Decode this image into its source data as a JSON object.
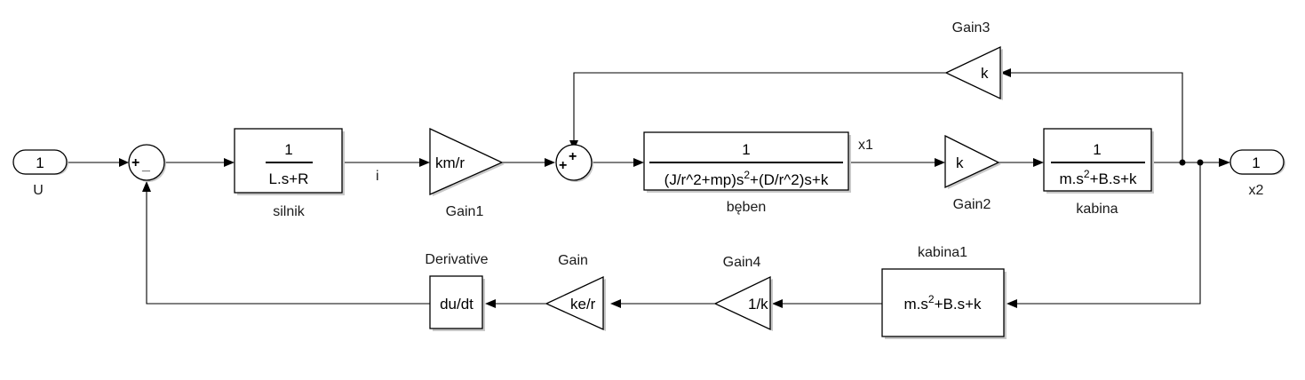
{
  "diagram": {
    "type": "simulink-block-diagram",
    "blocks": {
      "inport_u": {
        "number": "1",
        "name": "U"
      },
      "sum1": {
        "signs": [
          "+",
          "_"
        ]
      },
      "silnik": {
        "name": "silnik",
        "numerator": "1",
        "denominator": "L.s+R"
      },
      "signal_i": {
        "label": "i"
      },
      "gain1": {
        "name": "Gain1",
        "value": "km/r"
      },
      "sum2": {
        "signs": [
          "+",
          "+"
        ]
      },
      "beben": {
        "name": "bęben",
        "numerator": "1",
        "denominator_a": "(J/r^2+mp)s",
        "denominator_exp": "2",
        "denominator_b": "+(D/r^2)s+k"
      },
      "signal_x1": {
        "label": "x1"
      },
      "gain2": {
        "name": "Gain2",
        "value": "k"
      },
      "kabina": {
        "name": "kabina",
        "numerator": "1",
        "denominator_a": "m.s",
        "denominator_exp": "2",
        "denominator_b": "+B.s+k"
      },
      "outport_x2": {
        "number": "1",
        "name": "x2"
      },
      "gain3": {
        "name": "Gain3",
        "value": "k"
      },
      "kabina1": {
        "name": "kabina1",
        "expr_a": "m.s",
        "expr_exp": "2",
        "expr_b": "+B.s+k"
      },
      "gain4": {
        "name": "Gain4",
        "value": "1/k"
      },
      "gain": {
        "name": "Gain",
        "value": "ke/r"
      },
      "derivative": {
        "name": "Derivative",
        "value": "du/dt"
      }
    }
  }
}
